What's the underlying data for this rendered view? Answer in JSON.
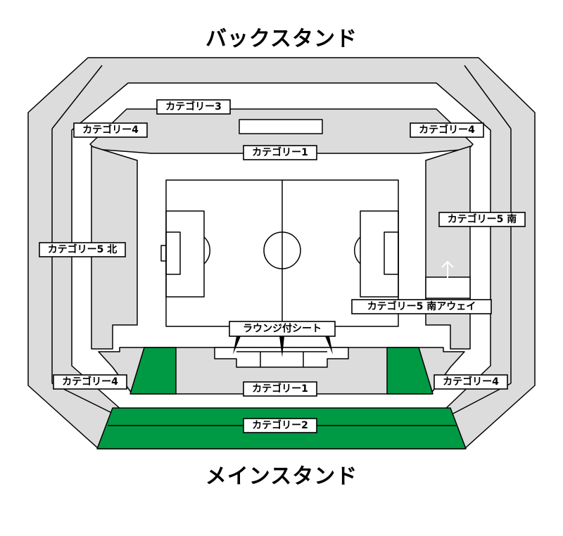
{
  "back_stand_title": "バックスタンド",
  "main_stand_title": "メインスタンド",
  "labels": {
    "cat3": "カテゴリー3",
    "cat4_back_left": "カテゴリー4",
    "cat4_back_right": "カテゴリー4",
    "cat1_back": "カテゴリー1",
    "cat5_north": "カテゴリー5 北",
    "cat5_south": "カテゴリー5 南",
    "cat5_south_away": "カテゴリー5 南アウェイ",
    "lounge": "ラウンジ付シート",
    "cat4_main_left": "カテゴリー4",
    "cat4_main_right": "カテゴリー4",
    "cat1_main": "カテゴリー1",
    "cat2": "カテゴリー2"
  },
  "colors": {
    "seat_gray": "#dcdcdc",
    "green": "#009944",
    "line": "#000000"
  }
}
